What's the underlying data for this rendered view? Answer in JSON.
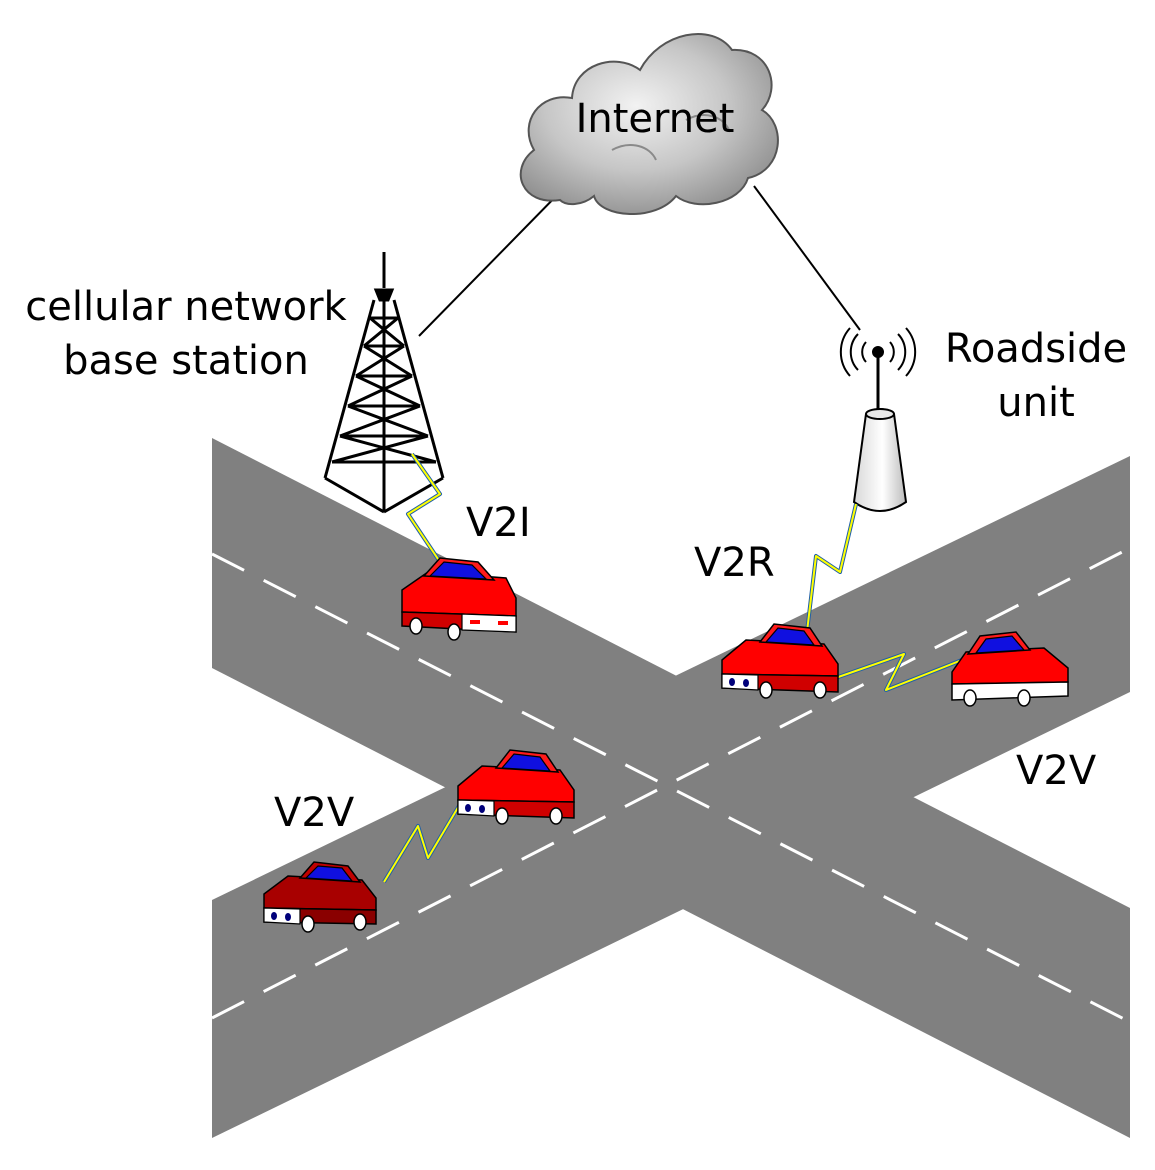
{
  "labels": {
    "internet": "Internet",
    "base_station_line1": "cellular network",
    "base_station_line2": "base station",
    "roadside_line1": "Roadside",
    "roadside_line2": "unit",
    "v2i": "V2I",
    "v2r": "V2R",
    "v2v_right": "V2V",
    "v2v_left": "V2V"
  },
  "colors": {
    "road": "#808080",
    "lane_marking": "#ffffff",
    "car_body": "#ff0000",
    "car_dark": "#a80000",
    "car_window": "#1010e0",
    "lightning_fill": "#ffff00",
    "lightning_edge": "#1f5fa8",
    "cloud": "#bdbdbd"
  },
  "icons": [
    "cloud-icon",
    "cell-tower-icon",
    "roadside-unit-icon",
    "antenna-signal-icon",
    "car-icon",
    "lightning-icon"
  ]
}
